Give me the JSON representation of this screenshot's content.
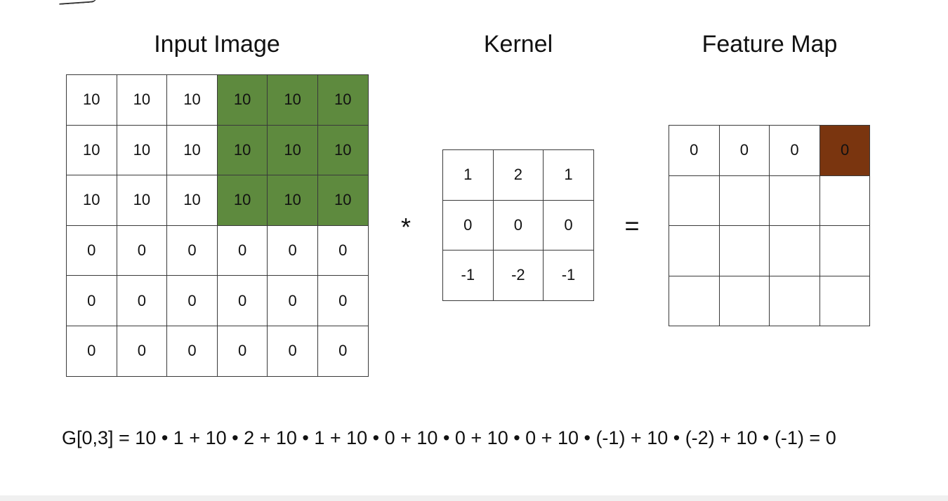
{
  "titles": {
    "input": "Input Image",
    "kernel": "Kernel",
    "feature": "Feature Map"
  },
  "operators": {
    "convolve": "*",
    "equals": "="
  },
  "input_grid": [
    [
      "10",
      "10",
      "10",
      "10",
      "10",
      "10"
    ],
    [
      "10",
      "10",
      "10",
      "10",
      "10",
      "10"
    ],
    [
      "10",
      "10",
      "10",
      "10",
      "10",
      "10"
    ],
    [
      "0",
      "0",
      "0",
      "0",
      "0",
      "0"
    ],
    [
      "0",
      "0",
      "0",
      "0",
      "0",
      "0"
    ],
    [
      "0",
      "0",
      "0",
      "0",
      "0",
      "0"
    ]
  ],
  "input_highlight": {
    "rows": [
      0,
      1,
      2
    ],
    "cols": [
      3,
      4,
      5
    ],
    "color": "#5e8a3e"
  },
  "kernel_grid": [
    [
      "1",
      "2",
      "1"
    ],
    [
      "0",
      "0",
      "0"
    ],
    [
      "-1",
      "-2",
      "-1"
    ]
  ],
  "feature_grid": [
    [
      "0",
      "0",
      "0",
      "0"
    ],
    [
      "",
      "",
      "",
      ""
    ],
    [
      "",
      "",
      "",
      ""
    ],
    [
      "",
      "",
      "",
      ""
    ]
  ],
  "feature_highlight": {
    "row": 0,
    "col": 3,
    "color": "#7a350f"
  },
  "formula": "G[0,3] = 10 • 1 + 10 • 2 + 10 • 1 + 10 • 0 + 10 • 0 + 10 • 0 + 10 • (-1) + 10 • (-2) + 10 • (-1) = 0"
}
